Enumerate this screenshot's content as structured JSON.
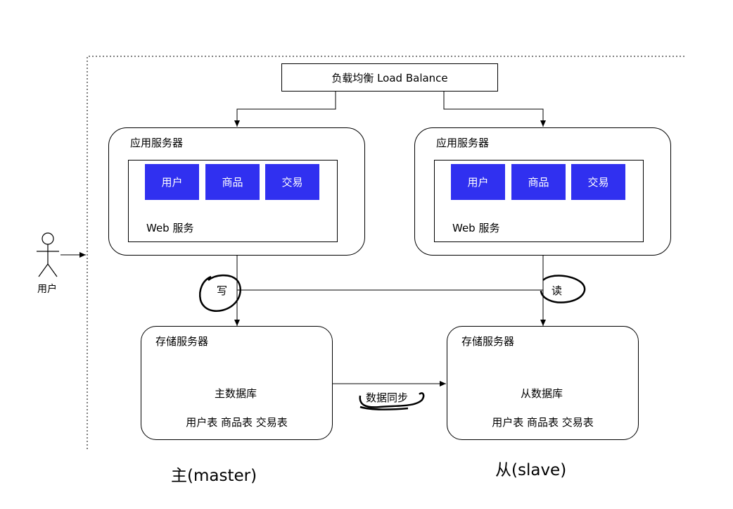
{
  "load_balancer": {
    "label": "负载均衡 Load Balance"
  },
  "app_servers": [
    {
      "title": "应用服务器",
      "modules": [
        "用户",
        "商品",
        "交易"
      ],
      "web_label": "Web 服务"
    },
    {
      "title": "应用服务器",
      "modules": [
        "用户",
        "商品",
        "交易"
      ],
      "web_label": "Web 服务"
    }
  ],
  "storage_servers": [
    {
      "title": "存储服务器",
      "db_label": "主数据库",
      "tables": "用户表 商品表 交易表"
    },
    {
      "title": "存储服务器",
      "db_label": "从数据库",
      "tables": "用户表 商品表 交易表"
    }
  ],
  "edges": {
    "write": "写",
    "read": "读",
    "sync": "数据同步"
  },
  "actor": {
    "label": "用户"
  },
  "captions": {
    "master": "主(master)",
    "slave": "从(slave)"
  },
  "colors": {
    "module_fill": "#3030f0",
    "module_text": "#ffffff",
    "line": "#000000"
  }
}
